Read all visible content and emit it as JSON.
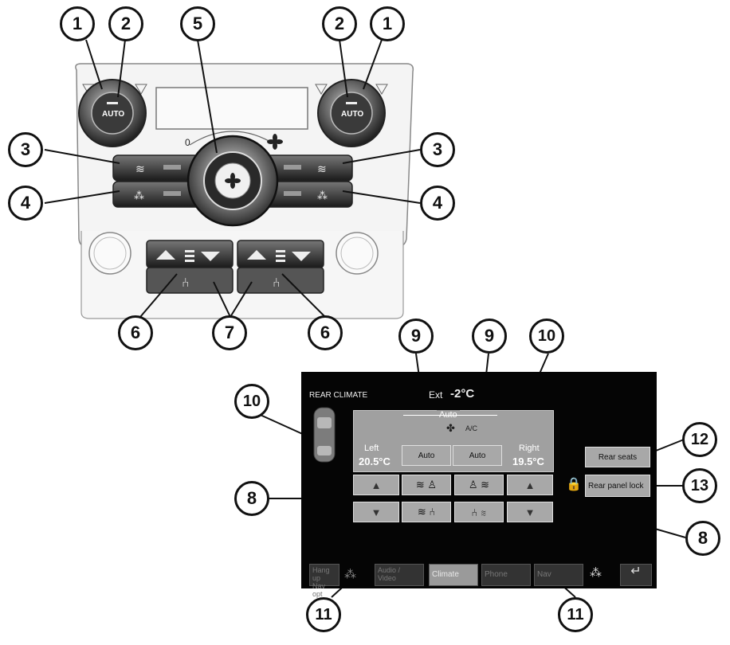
{
  "callouts": {
    "c1_left": "1",
    "c2_left": "2",
    "c5": "5",
    "c2_right": "2",
    "c1_right": "1",
    "c3_left": "3",
    "c3_right": "3",
    "c4_left": "4",
    "c4_right": "4",
    "c6_left": "6",
    "c7": "7",
    "c6_right": "6",
    "c9_a": "9",
    "c9_b": "9",
    "c10_top": "10",
    "c10_left": "10",
    "c12": "12",
    "c13": "13",
    "c8_left": "8",
    "c8_right": "8",
    "c11_left": "11",
    "c11_right": "11"
  },
  "console": {
    "left_knob_label": "AUTO",
    "right_knob_label": "AUTO",
    "fan_min_label": "0"
  },
  "screen": {
    "title": "REAR CLIMATE",
    "ext_label": "Ext",
    "ext_value": "-2°C",
    "auto_header": "Auto",
    "ac_label": "A/C",
    "left_label": "Left",
    "left_temp": "20.5°C",
    "right_label": "Right",
    "right_temp": "19.5°C",
    "auto_btn_left": "Auto",
    "auto_btn_right": "Auto",
    "rear_seats_btn": "Rear seats",
    "rear_panel_lock_btn": "Rear panel lock",
    "up_arrow": "▲",
    "down_arrow": "▼"
  },
  "nav": {
    "hang_up": "Hang up\nNav opt",
    "audio_video": "Audio /\nVideo",
    "climate": "Climate",
    "phone": "Phone",
    "nav": "Nav",
    "back_icon": "↵"
  },
  "colors": {
    "screen_bg": "#050505",
    "button_grey": "#a8a8a8",
    "active_tab": "#9a9a9a"
  }
}
